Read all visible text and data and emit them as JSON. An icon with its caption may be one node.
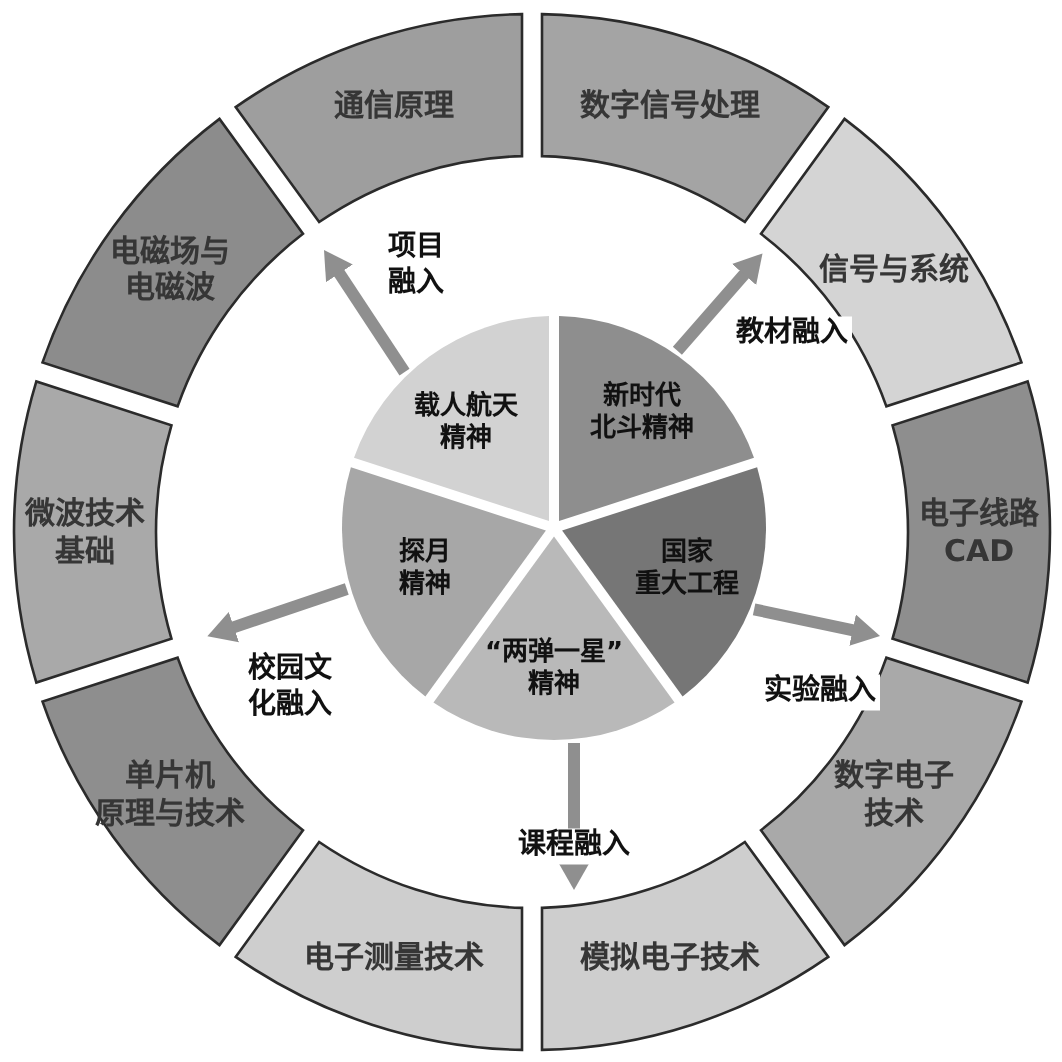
{
  "diagram": {
    "nodes": [
      {
        "text": [
          "通信原理"
        ]
      },
      {
        "text": [
          "数字信号处理"
        ]
      },
      {
        "text": [
          "信号与系统"
        ]
      },
      {
        "text": [
          "电子线路CAD"
        ]
      },
      {
        "text": [
          "数字电子技术"
        ]
      },
      {
        "text": [
          "模拟电子技术"
        ]
      },
      {
        "text": [
          "电子测量技术"
        ]
      },
      {
        "text": [
          "单片机原理与技术"
        ]
      },
      {
        "text": [
          "微波技术基础"
        ]
      },
      {
        "text": [
          "电磁场与电磁波"
        ]
      },
      {
        "text": [
          "载人航天精神"
        ]
      },
      {
        "text": [
          "新时代北斗精神"
        ]
      },
      {
        "text": [
          "国家重大工程"
        ]
      },
      {
        "text": [
          "“两弹一星”精神"
        ]
      },
      {
        "text": [
          "探月精神"
        ]
      }
    ],
    "edges": [
      {
        "from": 10,
        "to": 0,
        "arrow": "to",
        "label": "项目融入"
      },
      {
        "from": 11,
        "to": 1,
        "arrow": "to",
        "label": "教材融入"
      },
      {
        "from": 12,
        "to": 3,
        "arrow": "to",
        "label": "实验融入"
      },
      {
        "from": 13,
        "to": 5,
        "arrow": "to",
        "label": "课程融入"
      },
      {
        "from": 14,
        "to": 8,
        "arrow": "to",
        "label": "校园文化融入"
      }
    ]
  }
}
